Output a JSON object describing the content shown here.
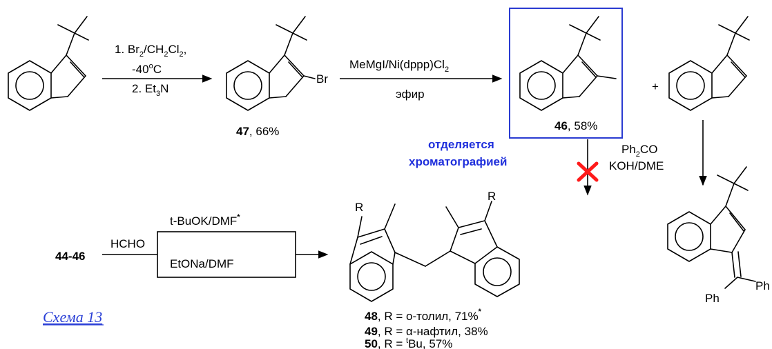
{
  "header_fragment": "",
  "step1": {
    "line1": "1. Br",
    "line1_sub": "2",
    "line1_rest": "/CH",
    "line1_sub2": "2",
    "line1_rest2": "Cl",
    "line1_sub3": "2",
    "line1_end": ",",
    "line2": "-40",
    "line2_sup": "o",
    "line2_end": "C",
    "line3": "2. Et",
    "line3_sub": "3",
    "line3_end": "N"
  },
  "cmpd47": {
    "number": "47",
    "yield": ", 66%",
    "substituent": "Br"
  },
  "step2": {
    "reagent": "MeMgI/Ni(dppp)Cl",
    "reagent_sub": "2",
    "solvent": "эфир"
  },
  "cmpd46": {
    "number": "46",
    "yield": ", 58%"
  },
  "plus": "+",
  "separation_note": {
    "line1": "отделяется",
    "line2": "хроматографией"
  },
  "step3": {
    "reagent1": "Ph",
    "reagent1_sub": "2",
    "reagent1_end": "CO",
    "reagent2": "KOH/DME"
  },
  "product_ph": {
    "ph1": "Ph",
    "ph2": "Ph"
  },
  "step4": {
    "start": "44-46",
    "reagent": "HCHO",
    "cond_top": "t-BuOK/DMF",
    "cond_top_mark": "*",
    "cond_bottom": "EtONa/DMF"
  },
  "product_dimer": {
    "r_left": "R",
    "r_right": "R"
  },
  "results": [
    {
      "number": "48",
      "text": ", R = о-толил, 71%",
      "mark": "*"
    },
    {
      "number": "49",
      "text_pre": ", R = ",
      "alpha": "α",
      "text_post": "-нафтил, 38%"
    },
    {
      "number": "50",
      "text_pre": ", R = ",
      "sup": "t",
      "text_post": "Bu, 57%"
    }
  ],
  "caption": "Схема 13",
  "colors": {
    "box": "#2a3bd1",
    "note": "#1f2fdc",
    "cross": "#ff1a1a",
    "link": "#2a3fd6"
  }
}
